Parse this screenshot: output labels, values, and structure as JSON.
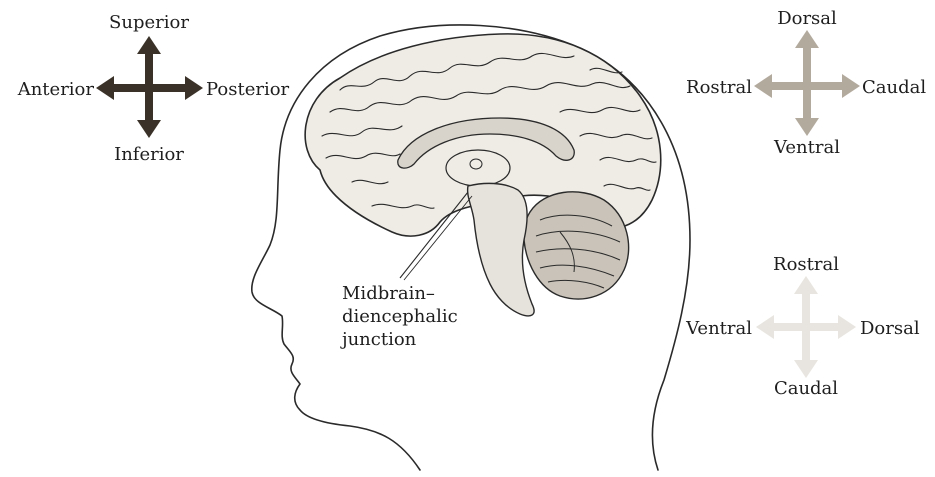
{
  "compass_anatomical": {
    "up": "Superior",
    "down": "Inferior",
    "left": "Anterior",
    "right": "Posterior",
    "arrow_color": "#3a3228"
  },
  "compass_neuraxis_forebrain": {
    "up": "Dorsal",
    "down": "Ventral",
    "left": "Rostral",
    "right": "Caudal",
    "arrow_color": "#b3aa9e"
  },
  "compass_neuraxis_brainstem": {
    "up": "Rostral",
    "down": "Caudal",
    "left": "Ventral",
    "right": "Dorsal",
    "arrow_color": "#e8e5e0"
  },
  "callout": {
    "line1": "Midbrain–",
    "line2": "diencephalic",
    "line3": "junction"
  },
  "colors": {
    "outline": "#2a2a2a",
    "brain_fill": "#efece6",
    "brain_shade": "#d9d4cb",
    "cerebellum": "#c9c3b9",
    "brainstem": "#e6e2dc"
  }
}
